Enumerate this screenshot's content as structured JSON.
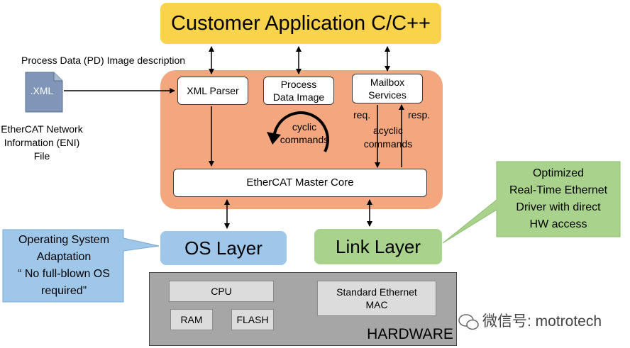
{
  "app_layer": {
    "label": "Customer Application C/C++"
  },
  "xml_file": {
    "icon_label": ".XML",
    "desc_top": "Process Data (PD) Image description",
    "desc_bottom_lines": [
      "EtherCAT Network",
      "Information (ENI)",
      "File"
    ]
  },
  "master": {
    "xml_parser": "XML Parser",
    "process_data_image_lines": [
      "Process",
      "Data Image"
    ],
    "mailbox_services_lines": [
      "Mailbox",
      "Services"
    ],
    "cyclic_lines": [
      "cyclic",
      "commands"
    ],
    "acyclic_lines": [
      "acyclic",
      "commands"
    ],
    "req": "req.",
    "resp": "resp.",
    "core": "EtherCAT Master Core"
  },
  "os_layer": {
    "label": "OS Layer"
  },
  "link_layer": {
    "label": "Link Layer"
  },
  "os_callout": {
    "lines": [
      "Operating System",
      "Adaptation",
      "“ No full-blown OS",
      "required”"
    ]
  },
  "link_callout": {
    "lines": [
      "Optimized",
      "Real-Time Ethernet",
      "Driver with direct",
      "HW access"
    ]
  },
  "hardware": {
    "cpu": "CPU",
    "ram": "RAM",
    "flash": "FLASH",
    "mac_lines": [
      "Standard Ethernet",
      "MAC"
    ],
    "label": "HARDWARE"
  },
  "watermark": {
    "text": "微信号: motrotech"
  },
  "colors": {
    "app": "#f9d34a",
    "master": "#f4a77f",
    "os": "#9fc7ea",
    "link": "#a9d38c",
    "hardware": "#a6a6a6",
    "os_callout": "#9fc7ea",
    "link_callout": "#a9d38c"
  }
}
